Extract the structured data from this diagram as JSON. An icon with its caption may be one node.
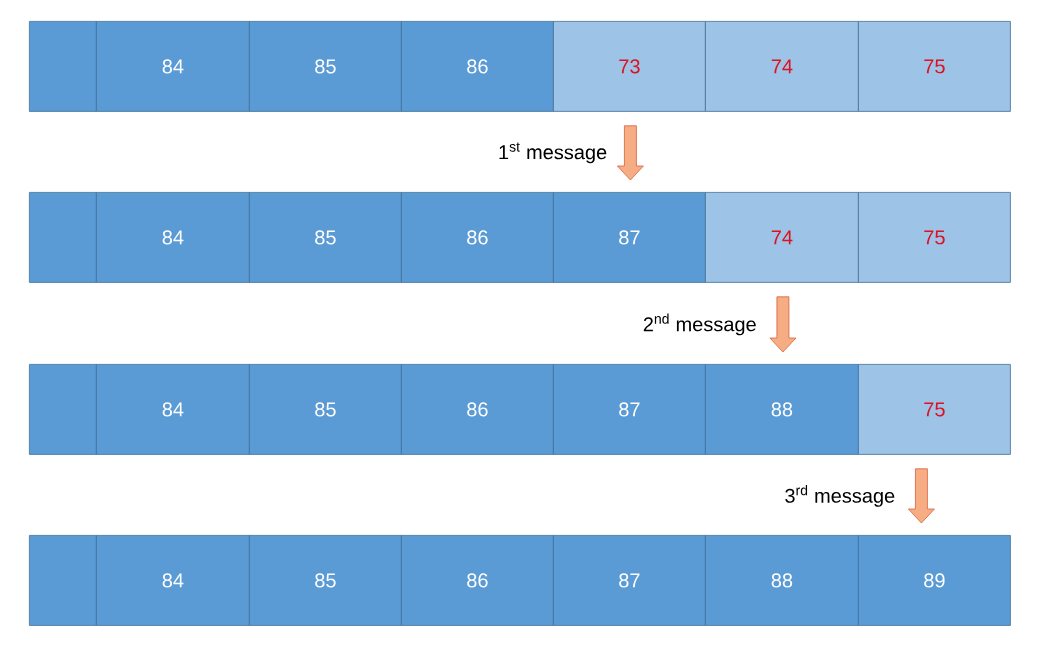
{
  "diagram": {
    "nodes": [
      {
        "text": [],
        "shape": "box"
      },
      {
        "text": [
          "84"
        ]
      },
      {
        "text": [
          "85"
        ]
      },
      {
        "text": [
          "86"
        ]
      },
      {
        "text": [
          "73"
        ]
      },
      {
        "text": [
          "74"
        ]
      },
      {
        "text": [
          "75"
        ]
      },
      {
        "text": [],
        "shape": "box"
      },
      {
        "text": [
          "84"
        ]
      },
      {
        "text": [
          "85"
        ]
      },
      {
        "text": [
          "86"
        ]
      },
      {
        "text": [
          "87"
        ]
      },
      {
        "text": [
          "74"
        ]
      },
      {
        "text": [
          "75"
        ]
      },
      {
        "text": [],
        "shape": "box"
      },
      {
        "text": [
          "84"
        ]
      },
      {
        "text": [
          "85"
        ]
      },
      {
        "text": [
          "86"
        ]
      },
      {
        "text": [
          "87"
        ]
      },
      {
        "text": [
          "88"
        ]
      },
      {
        "text": [
          "75"
        ]
      },
      {
        "text": [],
        "shape": "box"
      },
      {
        "text": [
          "84"
        ]
      },
      {
        "text": [
          "85"
        ]
      },
      {
        "text": [
          "86"
        ]
      },
      {
        "text": [
          "87"
        ]
      },
      {
        "text": [
          "88"
        ]
      },
      {
        "text": [
          "89"
        ]
      }
    ],
    "edges": [
      {
        "from": 4,
        "to": 11,
        "arrow": "to",
        "label": "1$^{st}$ message"
      },
      {
        "from": 12,
        "to": 19,
        "arrow": "to",
        "label": "2$^{nd}$ message"
      },
      {
        "from": 20,
        "to": 27,
        "arrow": "to",
        "label": "3$^{rd}$ message"
      }
    ]
  }
}
